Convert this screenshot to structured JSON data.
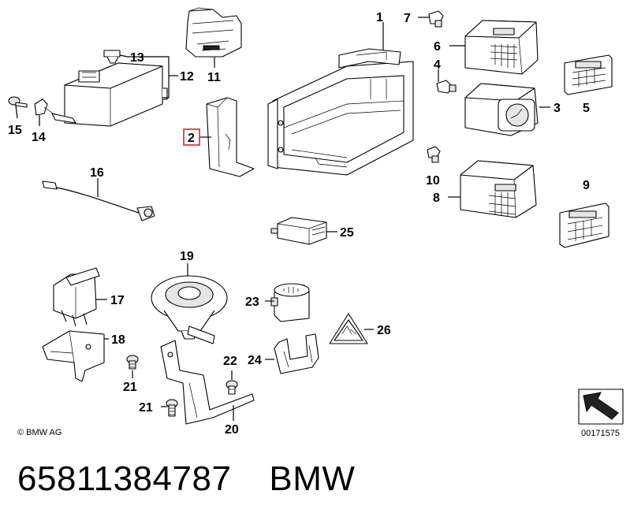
{
  "diagram": {
    "labels": {
      "l1": "1",
      "l2": "2",
      "l3": "3",
      "l4": "4",
      "l5": "5",
      "l6": "6",
      "l7": "7",
      "l8": "8",
      "l9": "9",
      "l10": "10",
      "l11": "11",
      "l12": "12",
      "l13": "13",
      "l14": "14",
      "l15": "15",
      "l16": "16",
      "l17": "17",
      "l18": "18",
      "l19": "19",
      "l20": "20",
      "l21a": "21",
      "l21b": "21",
      "l22": "22",
      "l23": "23",
      "l24": "24",
      "l25": "25",
      "l26": "26"
    },
    "highlighted_label": "2",
    "highlight_color": "#d9232d",
    "copyright": "© BMW AG",
    "document_number": "00171575"
  },
  "caption": {
    "part_number": "65811384787",
    "brand": "BMW"
  }
}
